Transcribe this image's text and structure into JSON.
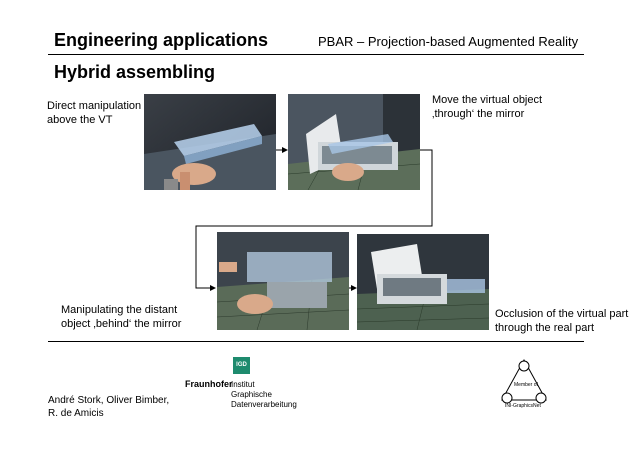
{
  "header": {
    "title": "Engineering applications",
    "right_title": "PBAR – Projection-based Augmented Reality"
  },
  "section": {
    "title": "Hybrid assembling"
  },
  "captions": {
    "c1": [
      "Direct manipulation",
      "above the VT"
    ],
    "c2": [
      "Move the virtual object",
      "‚through‘ the mirror"
    ],
    "c3": [
      "Manipulating the distant",
      "object ‚behind‘ the mirror"
    ],
    "c4": [
      "Occlusion of the virtual part",
      "through the real part"
    ]
  },
  "footer": {
    "authors": [
      "André Stork, Oliver Bimber,",
      "R. de Amicis"
    ],
    "logo_word": "Fraunhofer",
    "logo_badge": "IGD",
    "institute": [
      "Institut",
      "Graphische",
      "Datenverarbeitung"
    ],
    "member_text": [
      "Member of",
      "INI-GraphicsNet"
    ]
  }
}
